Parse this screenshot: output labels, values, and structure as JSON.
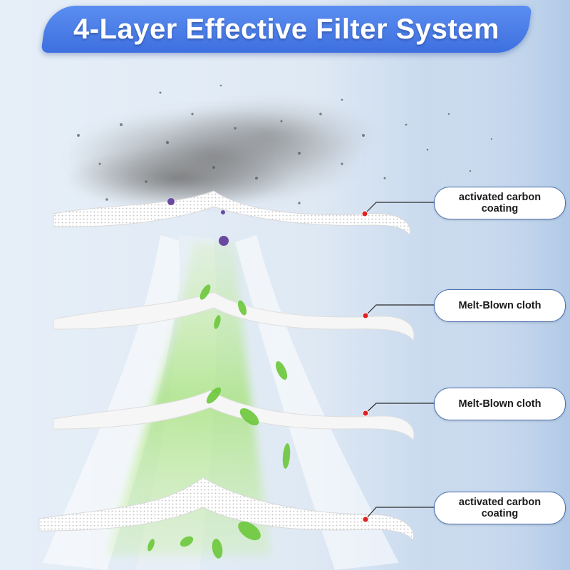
{
  "title": "4-Layer Effective Filter System",
  "layers": [
    {
      "label_line1": "activated carbon",
      "label_line2": "coating"
    },
    {
      "label_line1": "Melt-Blown cloth",
      "label_line2": ""
    },
    {
      "label_line1": "Melt-Blown cloth",
      "label_line2": ""
    },
    {
      "label_line1": "activated carbon",
      "label_line2": "coating"
    }
  ],
  "colors": {
    "banner": "#4a7ee8",
    "leader_line": "#2b2b2b",
    "marker_dot": "#e02020",
    "airflow_green": "#8fe04a"
  },
  "icons": [
    "dust-cloud-icon",
    "leaf-icon",
    "bacteria-icon",
    "filter-layer-icon"
  ]
}
